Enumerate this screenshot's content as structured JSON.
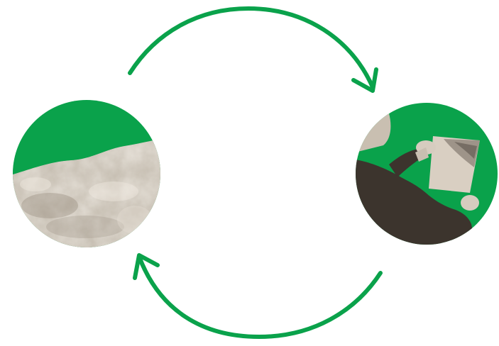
{
  "diagram": {
    "type": "cycle",
    "colors": {
      "accent": "#0aa24b",
      "background": "#ffffff",
      "sepia_light": "#d8d0c4",
      "sepia_mid": "#a89e8e",
      "sepia_dark": "#3c342d"
    },
    "nodes": [
      {
        "id": "left",
        "picture": "green-sky-over-marbled-sepia-stone-texture"
      },
      {
        "id": "right",
        "picture": "person-holding-sheet-of-paper-against-green-background"
      }
    ],
    "arrows": [
      {
        "from": "left",
        "to": "right",
        "arc": "top",
        "direction": "clockwise"
      },
      {
        "from": "right",
        "to": "left",
        "arc": "bottom",
        "direction": "clockwise"
      }
    ]
  }
}
